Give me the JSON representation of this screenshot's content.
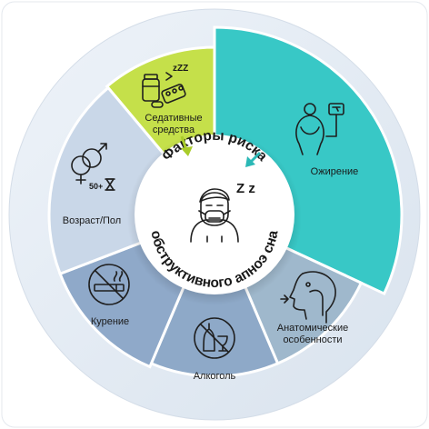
{
  "center": {
    "title_top": "Факторы риска",
    "title_bottom": "обструктивного апноэ сна"
  },
  "segments": [
    {
      "id": "sedatives",
      "label_line1": "Седативные",
      "label_line2": "средства",
      "color": "#c5e04a"
    },
    {
      "id": "obesity",
      "label_line1": "Ожирение",
      "label_line2": "",
      "color": "#38c8c6"
    },
    {
      "id": "anatomy",
      "label_line1": "Анатомические",
      "label_line2": "особенности",
      "color": "#9fb8cc"
    },
    {
      "id": "alcohol",
      "label_line1": "Алкоголь",
      "label_line2": "",
      "color": "#8ea9c8"
    },
    {
      "id": "smoking",
      "label_line1": "Курение",
      "label_line2": "",
      "color": "#8fa9c9"
    },
    {
      "id": "age-sex",
      "label_line1": "Возраст/Пол",
      "label_line2": "",
      "color": "#c9d7e8"
    }
  ],
  "icons": {
    "age_badge": "50+",
    "sleep_z": "Z z",
    "pills_z": "zZZ"
  }
}
